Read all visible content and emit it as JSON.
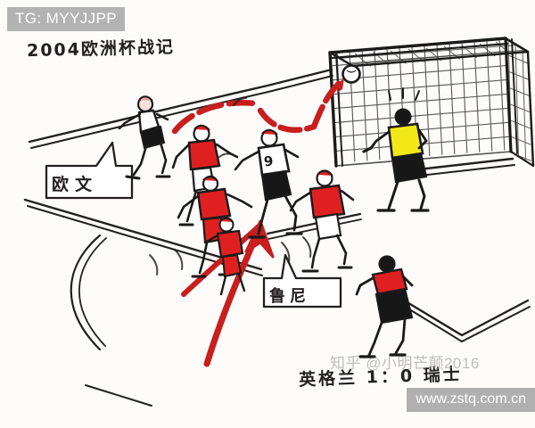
{
  "image": {
    "type": "hand-drawn-cartoon",
    "subject": "football-match-goal-illustration",
    "background_color": "#fdfcfb"
  },
  "overlays": {
    "tg_tag": "TG: MYYJJPP",
    "url_watermark": "www.zstq.com.cn",
    "zhihu_watermark": "知乎 @小明芒颠2016"
  },
  "annotations": {
    "title": "2004欧洲杯战记",
    "score_line": "英格兰 1：0 瑞士",
    "callout_owen": "欧文",
    "callout_rooney": "鲁尼",
    "shirt_number": "9"
  },
  "colors": {
    "ink": "#231f20",
    "red_kit": "#e02020",
    "red_arrow": "#c81e1e",
    "keeper_yellow": "#f2e817",
    "shorts_black": "#171717",
    "banner_gray": "#b3b3b3",
    "watermark_gray": "#b0b0b0",
    "paper": "#fdfcfb"
  },
  "scene": {
    "goal": {
      "label": "goal-with-net",
      "ball_in_net": true,
      "ball_position": "top-left-corner"
    },
    "goalkeeper": {
      "label": "goalkeeper",
      "kit_color": "#f2e817",
      "team": "Switzerland",
      "reaction": "shocked"
    },
    "players": [
      {
        "name": "player-white-left",
        "kit": "white",
        "team": "England"
      },
      {
        "name": "player-red-1",
        "kit": "red",
        "team": "Switzerland"
      },
      {
        "name": "player-red-2",
        "kit": "red",
        "team": "Switzerland"
      },
      {
        "name": "player-white-number-9",
        "kit": "white",
        "team": "England",
        "number": "9"
      },
      {
        "name": "player-red-3",
        "kit": "red",
        "team": "Switzerland"
      },
      {
        "name": "player-red-4",
        "kit": "red",
        "team": "Switzerland"
      },
      {
        "name": "player-red-right",
        "kit": "red",
        "team": "Switzerland"
      }
    ],
    "markers": {
      "dashed_arc_arrow": "ball-trajectory-into-goal",
      "solid_up_arrow": "run-direction-arrow"
    },
    "pitch_lines": [
      "penalty-area",
      "goal-area",
      "penalty-arc",
      "goal-line"
    ]
  }
}
